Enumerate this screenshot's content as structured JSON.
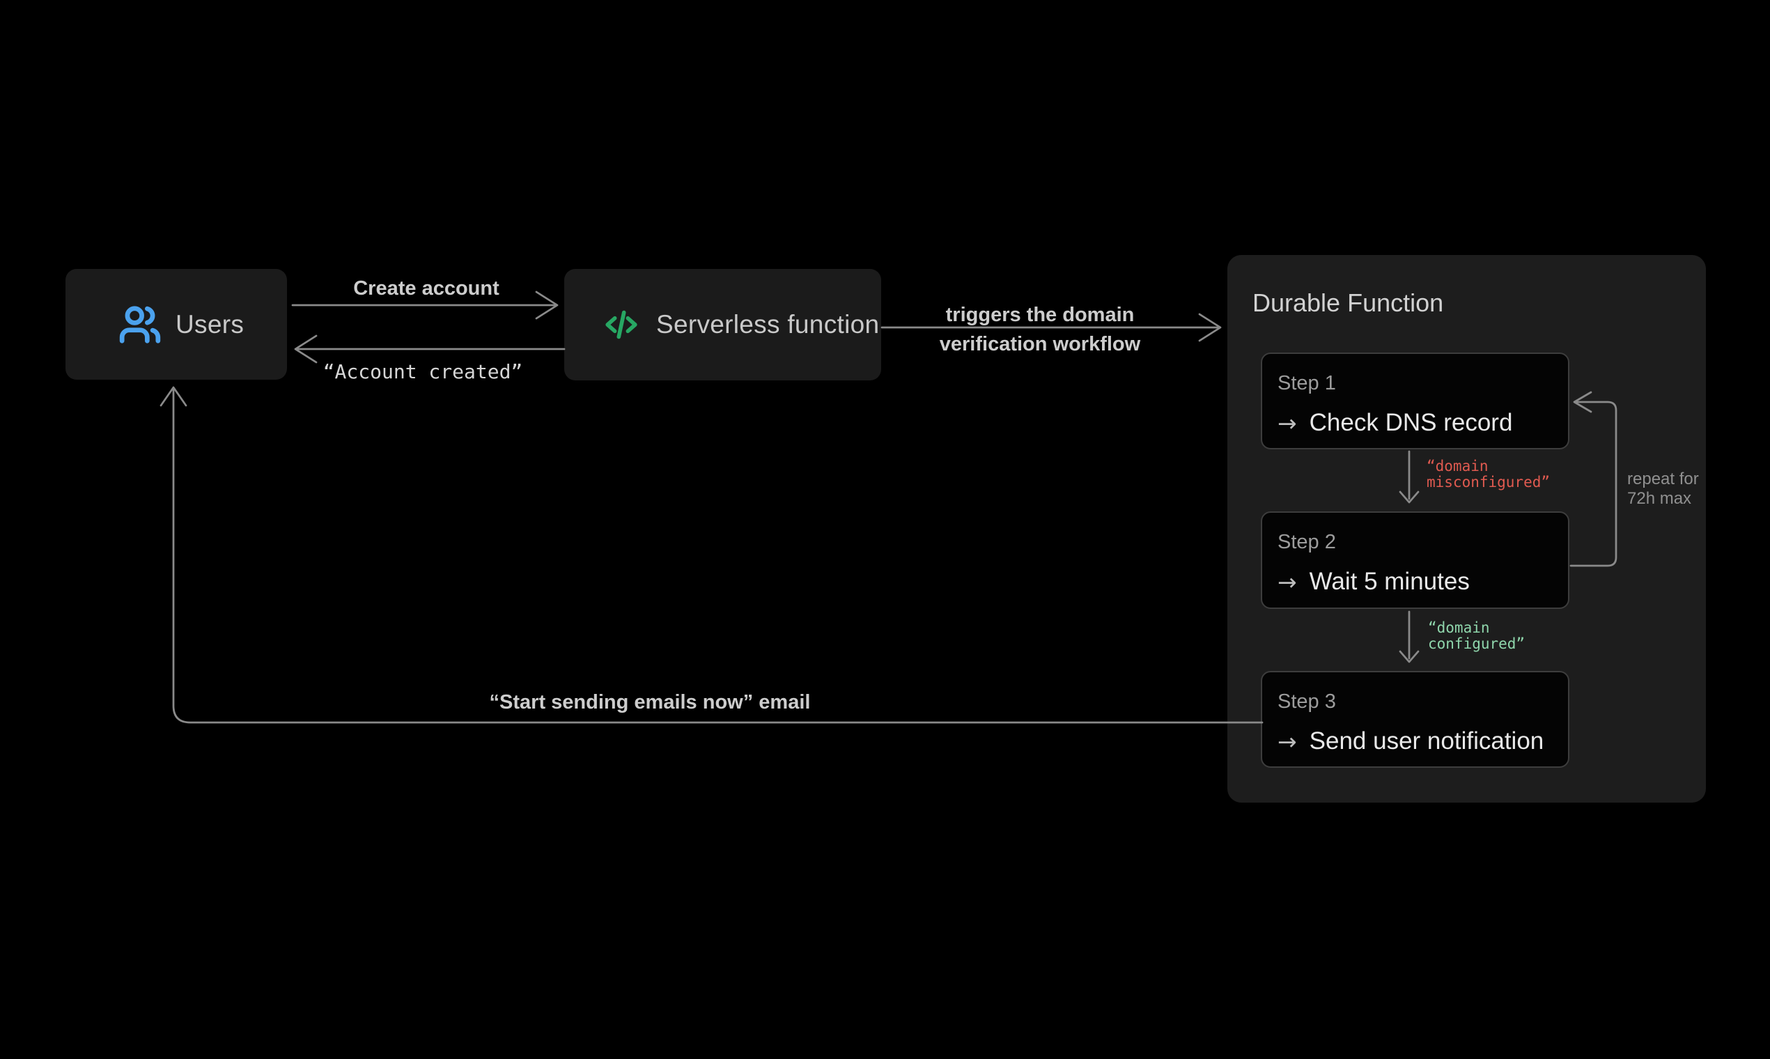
{
  "nodes": {
    "users": {
      "label": "Users"
    },
    "serverless": {
      "label": "Serverless function"
    }
  },
  "durable_function": {
    "title": "Durable Function",
    "steps": [
      {
        "label": "Step 1",
        "action": "Check DNS record"
      },
      {
        "label": "Step 2",
        "action": "Wait 5 minutes"
      },
      {
        "label": "Step 3",
        "action": "Send user notification"
      }
    ],
    "repeat_note": {
      "line1": "repeat for",
      "line2": "72h max"
    }
  },
  "edges": {
    "create_account": {
      "label": "Create account"
    },
    "account_created": {
      "label": "“Account created”"
    },
    "triggers": {
      "line1": "triggers the domain",
      "line2": "verification workflow"
    },
    "domain_misconfigured": {
      "line1": "“domain",
      "line2": "misconfigured”"
    },
    "domain_configured": {
      "line1": "“domain",
      "line2": "configured”"
    },
    "start_sending": {
      "label": "“Start sending emails now” email"
    }
  },
  "icons": {
    "step_arrow": "→"
  },
  "colors": {
    "background": "#000000",
    "node_bg": "#1b1b1b",
    "panel_bg": "#1d1d1d",
    "step_bg": "#040404",
    "step_border": "#3d3d3d",
    "connector": "#8a8a8a",
    "label_text": "#cdcdcd",
    "step_action_text": "#e9e9e9",
    "error_text": "#e05a50",
    "success_text": "#8fd6ac",
    "users_icon": "#4ba2ee",
    "code_icon": "#27a763"
  }
}
